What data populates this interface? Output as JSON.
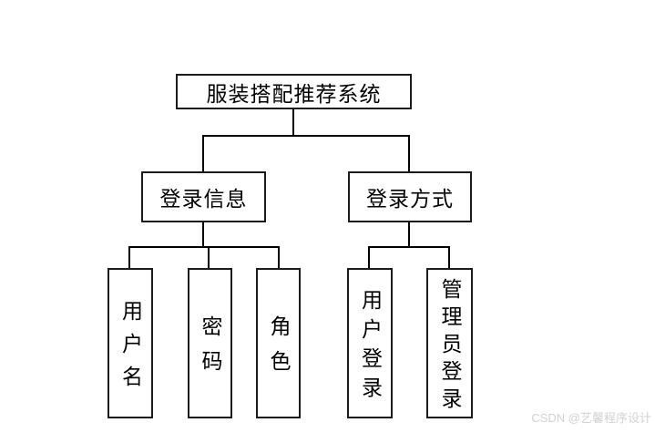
{
  "diagram": {
    "nodes": {
      "root": "服装搭配推荐系统",
      "login_info": "登录信息",
      "login_method": "登录方式",
      "username": "用户名",
      "password": "密码",
      "role": "角色",
      "user_login": "用户登录",
      "admin_login": "管理员登录"
    }
  },
  "watermark": {
    "text": "CSDN @艺馨程序设计",
    "color": "#d2d2d2"
  },
  "colors": {
    "background": "#ffffff",
    "box_border": "#1c1c1c",
    "connector_line": "#000000",
    "text": "#000000"
  }
}
